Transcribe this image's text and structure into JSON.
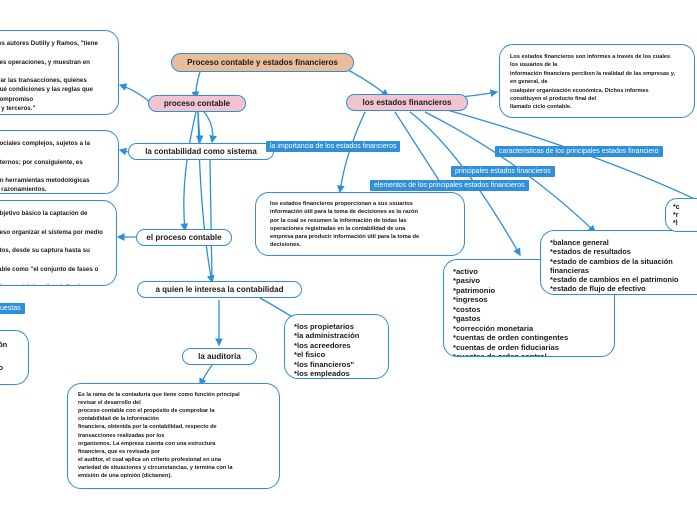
{
  "main_topic": "Proceso contable y estados financieros",
  "proceso_contable": "proceso contable",
  "estados_financieros": "los estados financieros",
  "left_top_text": "los autores Dutilly y Ramos, \"tiene\n\nses operaciones, y muestran en\n\ntrar las transacciones, quienes\nqué condiciones y las reglas que\ncompromiso\na y terceros.\"",
  "contabilidad_sistema": "la contabilidad como sistema",
  "left_mid_text": "sociales complejos, sujetos a la\n\nnternos; por consiguiente, es\n\non herramientas metodológicas\ns razonamientos.",
  "proceso_contable_2": "el proceso contable",
  "left_low_text": "objetivo básico la captación de\n\nceso organizar el sistema por medio\n\natos, desde su captura hasta su\n\ntable como \"el conjunto de fases o\n\ngie sus objetivos\".undefined",
  "left_label_partial": "uestas",
  "left_bottom_text": "ión\n\nto",
  "quien_interesa": "a quien le interesa la contabilidad",
  "interesados_list": "*los propietarios\n*la administración\n*los acreedores\n*el fisico\n*los financieros\"\n*los empleados",
  "auditoria": "la auditoria",
  "auditoria_text": "Es la rama de la contaduría que tiene como función principal\nrevisar el desarrollo del\nproceso contable con el propósito de comprobar la\ncontabilidad de la información\nfinanciera, obtenida por la contabilidad, respecto de\ntransacciones realizadas por los\norganismos. La empresa cuenta con una estructura\nfinanciera, que es revisada por\nel auditor, el cual aplica un criterio profesional en una\nvariedad de situaciones y circunstancias, y termina con la\nemisión de una opinión (dictamen).",
  "right_top_text": "Los estados financieros son informes a través de los cuales\nlos usuarios de la\ninformación financiera perciben la realidad de las empresas y,\nen general, de\ncualquier organización económica. Dichos informes\nconstituyen el producto final del\nllamado ciclo contable.",
  "label_importancia": "la importancia de los estados financieros",
  "importancia_text": "los estados financieros proporcionan a sus usuarios\ninformación útil para la toma de decisiones es la razón\npor la cual se resumen la información de todas las\noperaciones registradas en la contabilidad de una\nempresa para producir información útil para la toma de\ndecisiones.",
  "label_caracteristicas": "caracteristicas de los principales estados financiero",
  "label_principales": "principales estados financieros",
  "label_elementos": "elementos de los principales estados financieros",
  "elementos_list": "*activo\n*pasivo\n*patrimonio\n*ingresos\n*costos\n*gastos\n*corrección monetaria\n*cuentas de orden contingentes\n*cuentas de orden fiduciarias\n*cuentas de orden control.",
  "principales_list": "*balance general\n*estados de resultados\n*estado de cambios de la situación\nfinancieras\n*estado de cambios en el patrimonio\n*estado de flujo de efectivo",
  "right_edge_text": "*c\n*r\n*l",
  "colors": {
    "accent": "#2f8fd8",
    "main_fill": "#e9bd9a",
    "pink_fill": "#f1c4d0"
  }
}
